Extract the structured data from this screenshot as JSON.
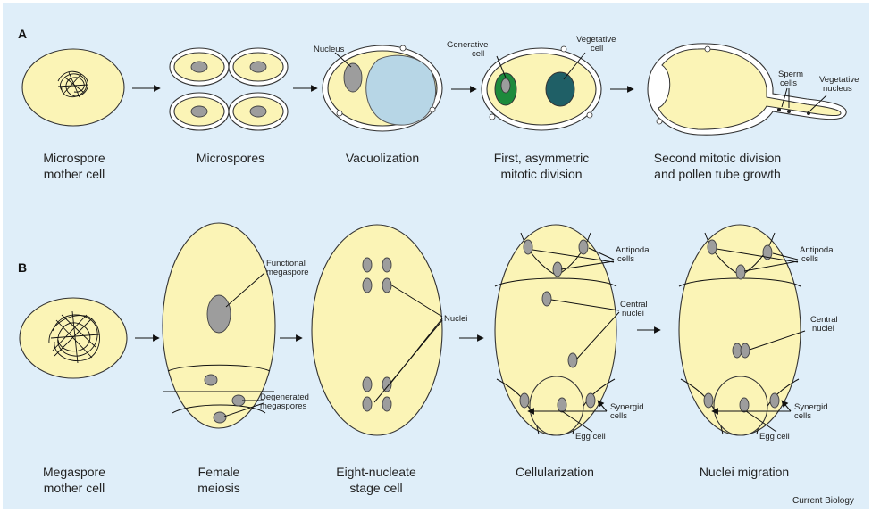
{
  "panels": {
    "a": {
      "letter": "A",
      "stages": [
        {
          "line1": "Microspore",
          "line2": "mother cell"
        },
        {
          "line1": "Microspores",
          "line2": ""
        },
        {
          "line1": "Vacuolization",
          "line2": ""
        },
        {
          "line1": "First, asymmetric",
          "line2": "mitotic division"
        },
        {
          "line1": "Second mitotic division",
          "line2": "and pollen tube growth"
        }
      ],
      "labels": {
        "nucleus": "Nucleus",
        "generative_1": "Generative",
        "generative_2": "cell",
        "vegetative_1": "Vegetative",
        "vegetative_2": "cell",
        "sperm_1": "Sperm",
        "sperm_2": "cells",
        "veg_nucleus_1": "Vegetative",
        "veg_nucleus_2": "nucleus"
      }
    },
    "b": {
      "letter": "B",
      "stages": [
        {
          "line1": "Megaspore",
          "line2": "mother cell"
        },
        {
          "line1": "Female",
          "line2": "meiosis"
        },
        {
          "line1": "Eight-nucleate",
          "line2": "stage cell"
        },
        {
          "line1": "Cellularization",
          "line2": ""
        },
        {
          "line1": "Nuclei migration",
          "line2": ""
        }
      ],
      "labels": {
        "functional_1": "Functional",
        "functional_2": "megaspore",
        "degenerated_1": "Degenerated",
        "degenerated_2": "megaspores",
        "nuclei": "Nuclei",
        "antipodal_1": "Antipodal",
        "antipodal_2": "cells",
        "central_1": "Central",
        "central_2": "nuclei",
        "synergid_1": "Synergid",
        "synergid_2": "cells",
        "egg": "Egg cell",
        "antipodal2_1": "Antipodal",
        "antipodal2_2": "cells",
        "central2_1": "Central",
        "central2_2": "nuclei",
        "synergid2_1": "Synergid",
        "synergid2_2": "cells",
        "egg2": "Egg cell"
      }
    }
  },
  "credit": "Current Biology",
  "colors": {
    "background": "#dfeef9",
    "cytoplasm": "#fbf4b6",
    "nucleus": "#9d9d9d",
    "vacuole": "#b7d6e6",
    "generative": "#1d8a3c",
    "vegetative": "#1f5f66"
  }
}
